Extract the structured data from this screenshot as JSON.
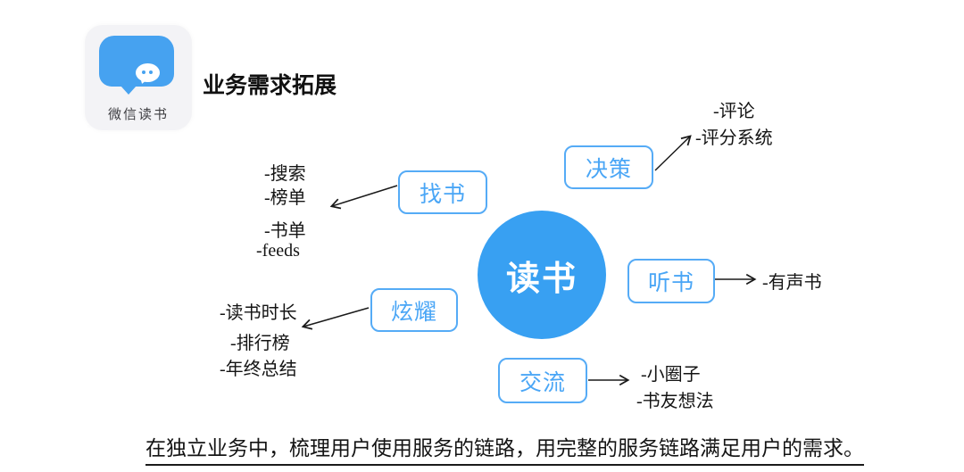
{
  "logo": {
    "app_name": "微信读书",
    "icon": "wechat-reading-bubble-icon"
  },
  "title": "业务需求拓展",
  "center": {
    "label": "读书"
  },
  "nodes": [
    {
      "id": "find-books",
      "label": "找书",
      "items": [
        "-搜索",
        "-榜单",
        "-书单",
        "-feeds"
      ]
    },
    {
      "id": "decision",
      "label": "决策",
      "items": [
        "-评论",
        "-评分系统"
      ]
    },
    {
      "id": "listen",
      "label": "听书",
      "items": [
        "-有声书"
      ]
    },
    {
      "id": "show-off",
      "label": "炫耀",
      "items": [
        "-读书时长",
        "-排行榜",
        "-年终总结"
      ]
    },
    {
      "id": "communicate",
      "label": "交流",
      "items": [
        "-小圈子",
        "-书友想法"
      ]
    }
  ],
  "footer": "在独立业务中，梳理用户使用服务的链路，用完整的服务链路满足用户的需求。",
  "colors": {
    "circle_blue": "#38a0f2",
    "box_border_blue": "#55abf6",
    "box_text_blue": "#4aa6f6",
    "logo_blue": "#46a2f0",
    "ink": "#141414"
  }
}
